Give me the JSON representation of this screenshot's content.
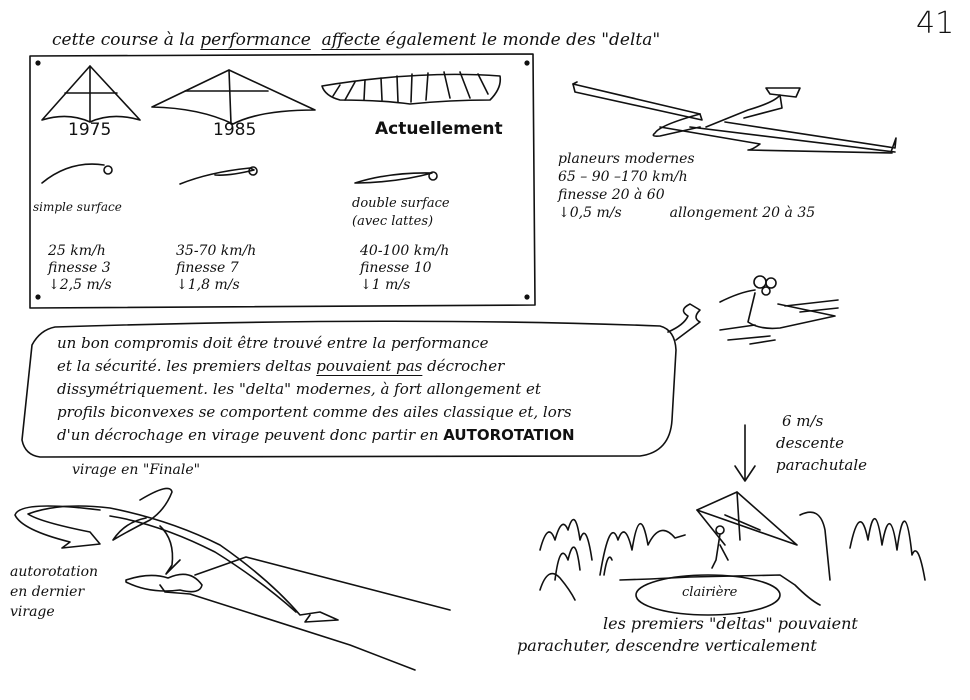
{
  "page_number": "41",
  "heading": {
    "part1": "cette course à la ",
    "performance": "performance",
    "affecte": "affecte",
    "part2": " également le monde des \"delta\""
  },
  "comparison_box": {
    "columns": [
      {
        "year": "1975",
        "profile": "simple surface",
        "speed": "25 km/h",
        "finesse": "finesse 3",
        "sink": "↓2,5 m/s"
      },
      {
        "year": "1985",
        "profile": "",
        "speed": "35-70 km/h",
        "finesse": "finesse 7",
        "sink": "↓1,8 m/s"
      },
      {
        "year": "Actuellement",
        "profile_line1": "double surface",
        "profile_line2": "(avec lattes)",
        "speed": "40-100 km/h",
        "finesse": "finesse 10",
        "sink": "↓1 m/s"
      }
    ]
  },
  "glider": {
    "title": "planeurs modernes",
    "speed": "65 – 90 –170 km/h",
    "finesse": "finesse 20 à 60",
    "sink": "↓0,5 m/s",
    "aspect_ratio": "allongement 20 à 35"
  },
  "speech_bubble": {
    "line1": "un bon compromis doit être trouvé entre la performance",
    "line2_a": "et la sécurité. les premiers deltas ",
    "line2_ul": "pouvaient pas",
    "line2_b": " décrocher",
    "line3": "dissymétriquement. les \"delta\" modernes, à fort allongement et",
    "line4": "profils biconvexes se comportent comme des ailes classique et, lors",
    "line5_a": "d'un décrochage en virage peuvent donc partir en ",
    "line5_bold": "AUTOROTATION"
  },
  "final_turn": {
    "label": "virage en \"Finale\"",
    "autorotation_l1": "autorotation",
    "autorotation_l2": "en dernier",
    "autorotation_l3": "virage"
  },
  "parachutal": {
    "speed": "6 m/s",
    "line1": "descente",
    "line2": "parachutale",
    "clearing": "clairière",
    "caption1": "les premiers \"deltas\" pouvaient",
    "caption2": "parachuter, descendre verticalement"
  }
}
